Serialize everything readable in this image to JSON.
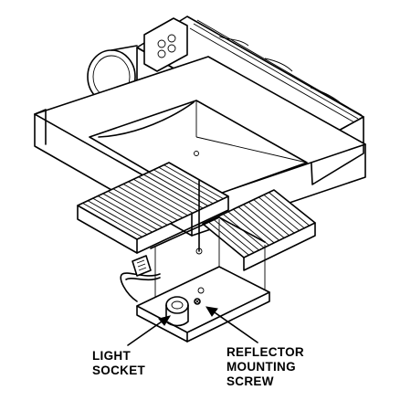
{
  "callouts": {
    "light_socket": [
      "LIGHT",
      "SOCKET"
    ],
    "reflector_mounting_screw": [
      "REFLECTOR",
      "MOUNTING",
      "SCREW"
    ]
  }
}
